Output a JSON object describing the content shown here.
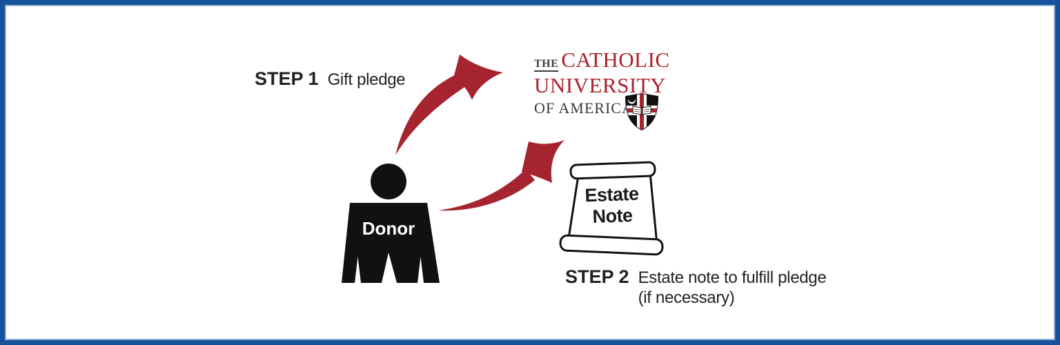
{
  "frame": {
    "border_color": "#15529B",
    "inner_line_color": "#8FAFD8",
    "background": "#FFFFFF"
  },
  "colors": {
    "arrow_red": "#A6242F",
    "logo_red": "#AC1F2D",
    "logo_gray": "#3B3A3C",
    "text_black": "#231F20",
    "silhouette_black": "#111111"
  },
  "step1": {
    "label": "STEP 1",
    "description": "Gift pledge"
  },
  "step2": {
    "label": "STEP 2",
    "description_line1": "Estate note to fulfill pledge",
    "description_line2": "(if necessary)"
  },
  "donor": {
    "label": "Donor"
  },
  "estate_note": {
    "line1": "Estate",
    "line2": "Note"
  },
  "university_logo": {
    "the": "THE",
    "catholic": "CATHOLIC",
    "university": "UNIVERSITY",
    "of_america": "OF AMERICA"
  }
}
